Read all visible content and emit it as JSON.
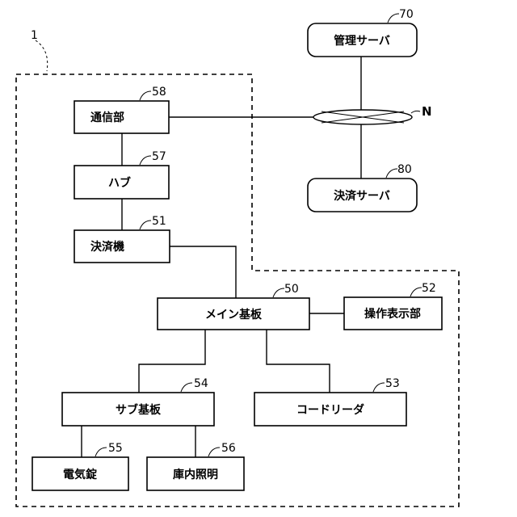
{
  "diagram": {
    "system_label": "1",
    "network_label": "N",
    "nodes": {
      "management_server": {
        "label": "管理サーバ",
        "ref": "70"
      },
      "payment_server": {
        "label": "決済サーバ",
        "ref": "80"
      },
      "communication": {
        "label": "通信部",
        "ref": "58"
      },
      "hub": {
        "label": "ハブ",
        "ref": "57"
      },
      "payment_machine": {
        "label": "決済機",
        "ref": "51"
      },
      "main_board": {
        "label": "メイン基板",
        "ref": "50"
      },
      "operation_display": {
        "label": "操作表示部",
        "ref": "52"
      },
      "sub_board": {
        "label": "サブ基板",
        "ref": "54"
      },
      "code_reader": {
        "label": "コードリーダ",
        "ref": "53"
      },
      "electric_lock": {
        "label": "電気錠",
        "ref": "55"
      },
      "interior_light": {
        "label": "庫内照明",
        "ref": "56"
      }
    }
  }
}
